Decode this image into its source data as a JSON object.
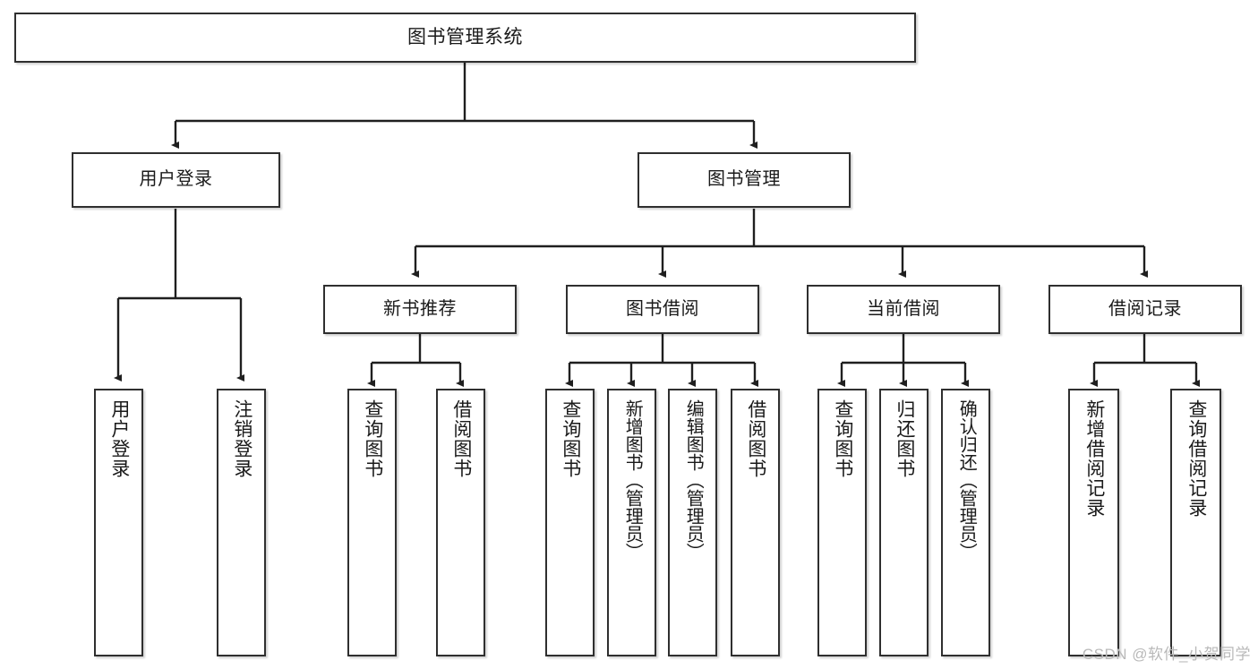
{
  "diagram": {
    "title": "图书管理系统",
    "type": "tree-hierarchy",
    "watermark": "CSDN @软件_小贺同学",
    "colors": {
      "border": "#2f2f2f",
      "fill": "#ffffff",
      "connector": "#1f1f1f",
      "watermark": "#b9b9b9"
    },
    "levels": {
      "root": "图书管理系统",
      "level2": [
        "用户登录",
        "图书管理"
      ],
      "level3": [
        "新书推荐",
        "图书借阅",
        "当前借阅",
        "借阅记录"
      ],
      "leaves": [
        "用户登录",
        "注销登录",
        "查询图书",
        "借阅图书",
        "查询图书",
        "新增图书（管理员）",
        "编辑图书（管理员）",
        "借阅图书",
        "查询图书",
        "归还图书",
        "确认归还（管理员）",
        "新增借阅记录",
        "查询借阅记录"
      ]
    },
    "nodes": {
      "root": {
        "label": "图书管理系统"
      },
      "user_login": {
        "label": "用户登录"
      },
      "book_manage": {
        "label": "图书管理"
      },
      "new_book_rec": {
        "label": "新书推荐"
      },
      "book_borrow": {
        "label": "图书借阅"
      },
      "current_borrow": {
        "label": "当前借阅"
      },
      "borrow_record": {
        "label": "借阅记录"
      },
      "leaf_user_login": {
        "label": "用户登录"
      },
      "leaf_logout": {
        "label": "注销登录"
      },
      "leaf_query_book_1": {
        "label": "查询图书"
      },
      "leaf_borrow_book_1": {
        "label": "借阅图书"
      },
      "leaf_query_book_2": {
        "label": "查询图书"
      },
      "leaf_add_book": {
        "label": "新增图书（管理员）"
      },
      "leaf_edit_book": {
        "label": "编辑图书（管理员）"
      },
      "leaf_borrow_book_2": {
        "label": "借阅图书"
      },
      "leaf_query_book_3": {
        "label": "查询图书"
      },
      "leaf_return_book": {
        "label": "归还图书"
      },
      "leaf_confirm_return": {
        "label": "确认归还（管理员）"
      },
      "leaf_add_record": {
        "label": "新增借阅记录"
      },
      "leaf_query_record": {
        "label": "查询借阅记录"
      }
    }
  }
}
